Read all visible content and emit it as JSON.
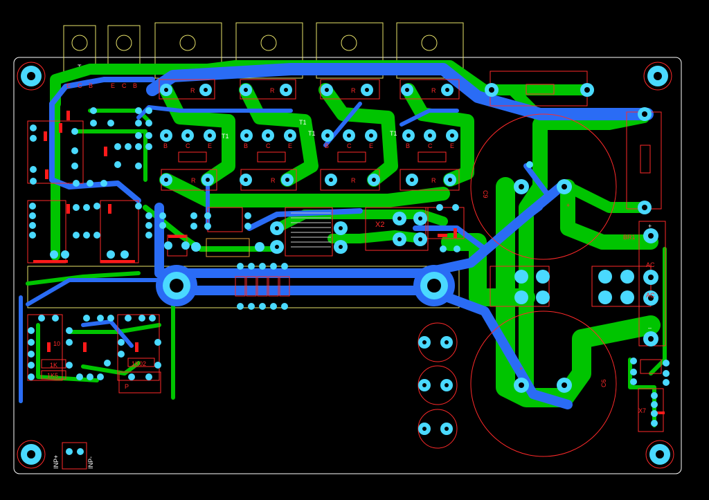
{
  "board": {
    "colors": {
      "background": "#000000",
      "top_copper": "#00c400",
      "bottom_copper": "#2a6cf5",
      "pad": "#4ad9ff",
      "silkscreen_red": "#ff2a2a",
      "silkscreen_yellow": "#e8e36a",
      "outline": "#ffffff"
    },
    "labels": {
      "t_left": "T",
      "t_right": "T",
      "r": "R",
      "t1": "T1",
      "b": "B",
      "c": "C",
      "e": "E",
      "x2": "X2",
      "br1": "BR1",
      "ac": "AC",
      "plus": "+",
      "minus": "–",
      "c9": "C9",
      "c6": "C6",
      "x7": "X7",
      "inp_plus": "INP+",
      "inp_minus": "INP-",
      "r_1k": "1K",
      "r_1k5": "1K5",
      "r_1k02": "1K02",
      "r_10": "10",
      "p": "P"
    }
  }
}
